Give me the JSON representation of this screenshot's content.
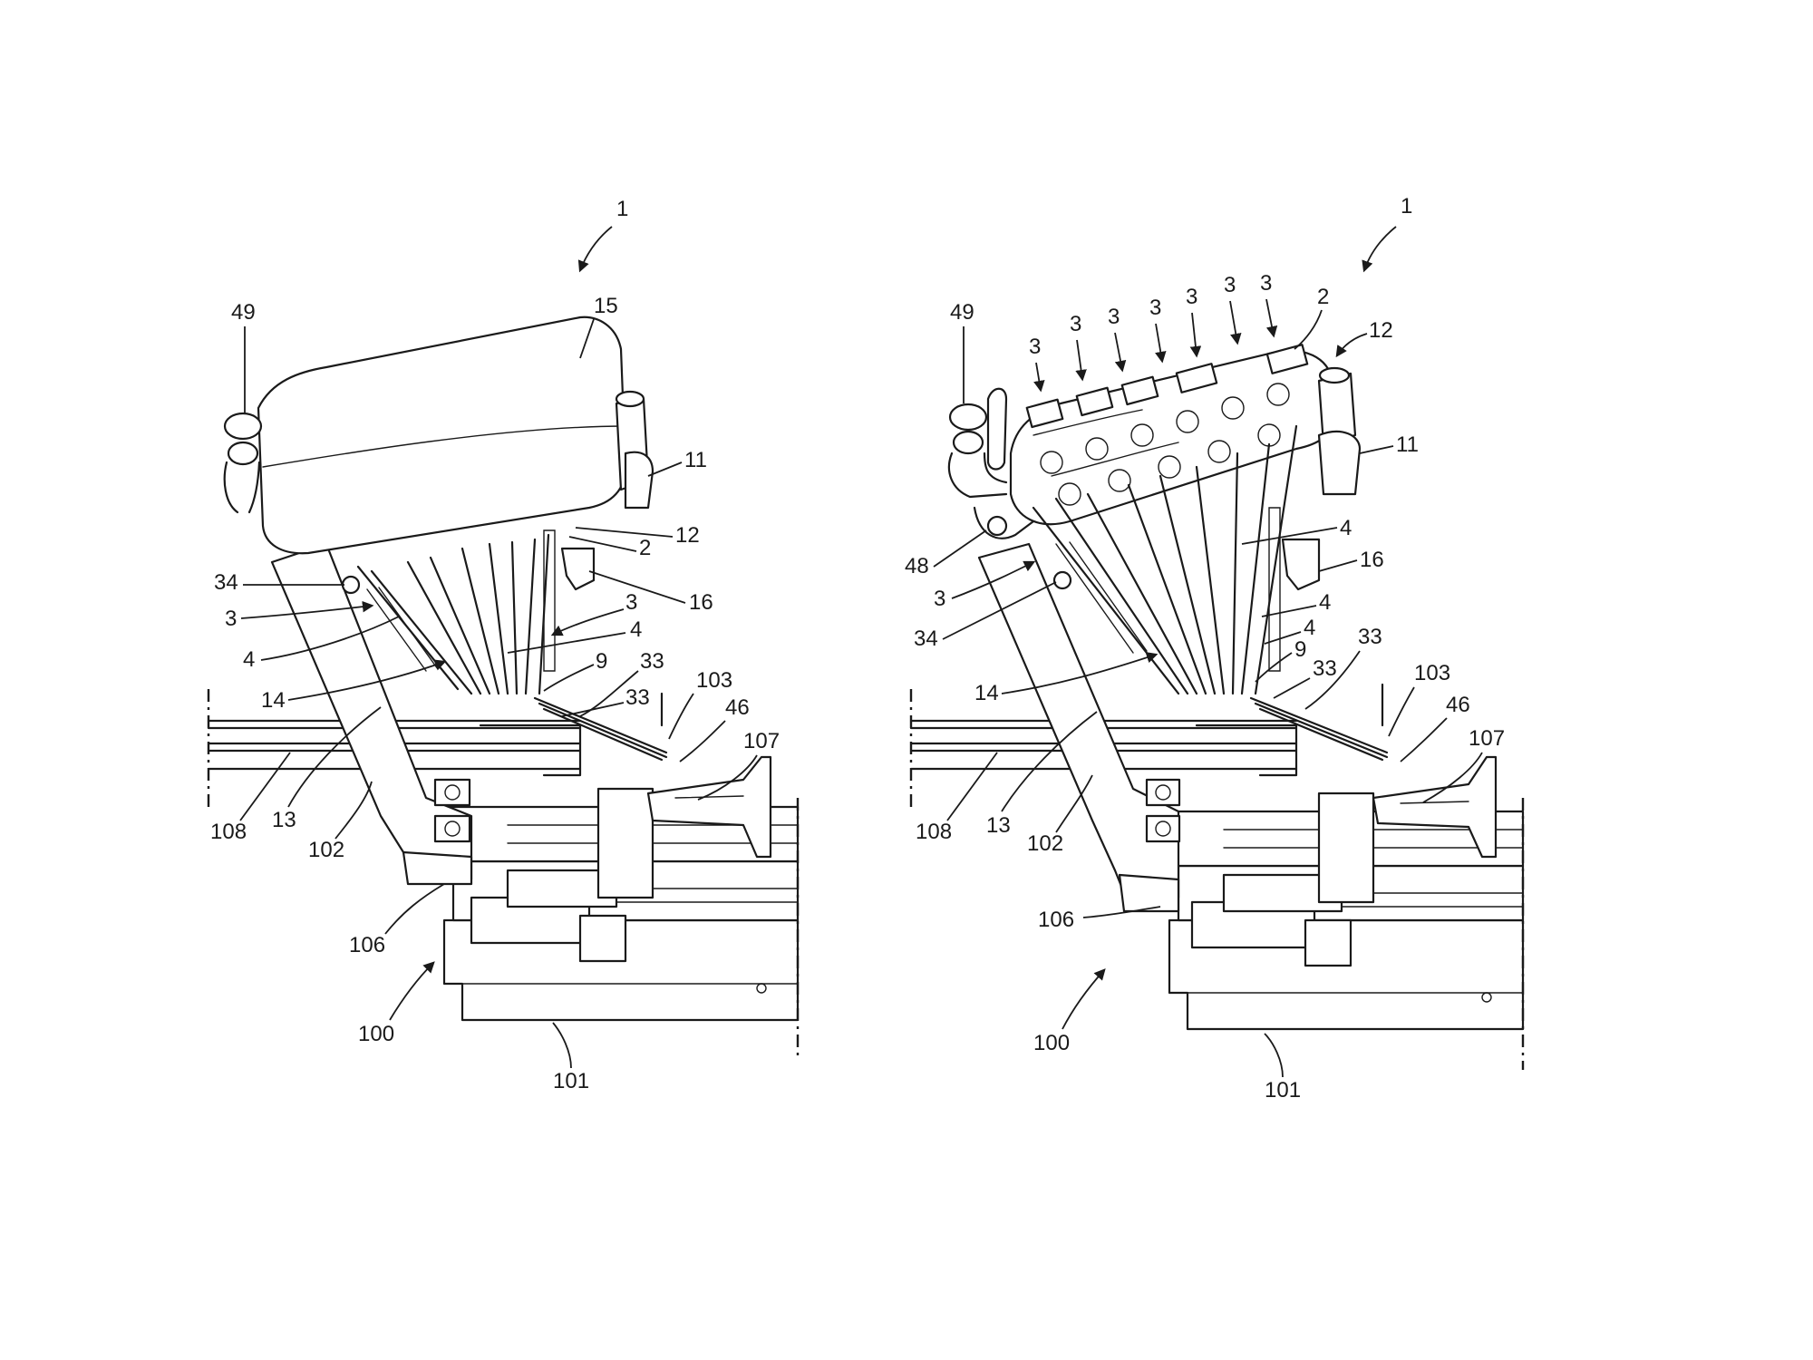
{
  "left_figure": {
    "labels": [
      "1",
      "49",
      "15",
      "11",
      "12",
      "2",
      "16",
      "34",
      "3",
      "3",
      "4",
      "4",
      "9",
      "33",
      "33",
      "103",
      "46",
      "107",
      "14",
      "108",
      "13",
      "102",
      "106",
      "100",
      "101"
    ]
  },
  "right_figure": {
    "labels": [
      "1",
      "49",
      "3",
      "3",
      "3",
      "3",
      "3",
      "3",
      "3",
      "2",
      "12",
      "11",
      "4",
      "48",
      "16",
      "3",
      "4",
      "34",
      "4",
      "9",
      "33",
      "33",
      "103",
      "46",
      "107",
      "14",
      "108",
      "13",
      "102",
      "106",
      "100",
      "101"
    ]
  }
}
